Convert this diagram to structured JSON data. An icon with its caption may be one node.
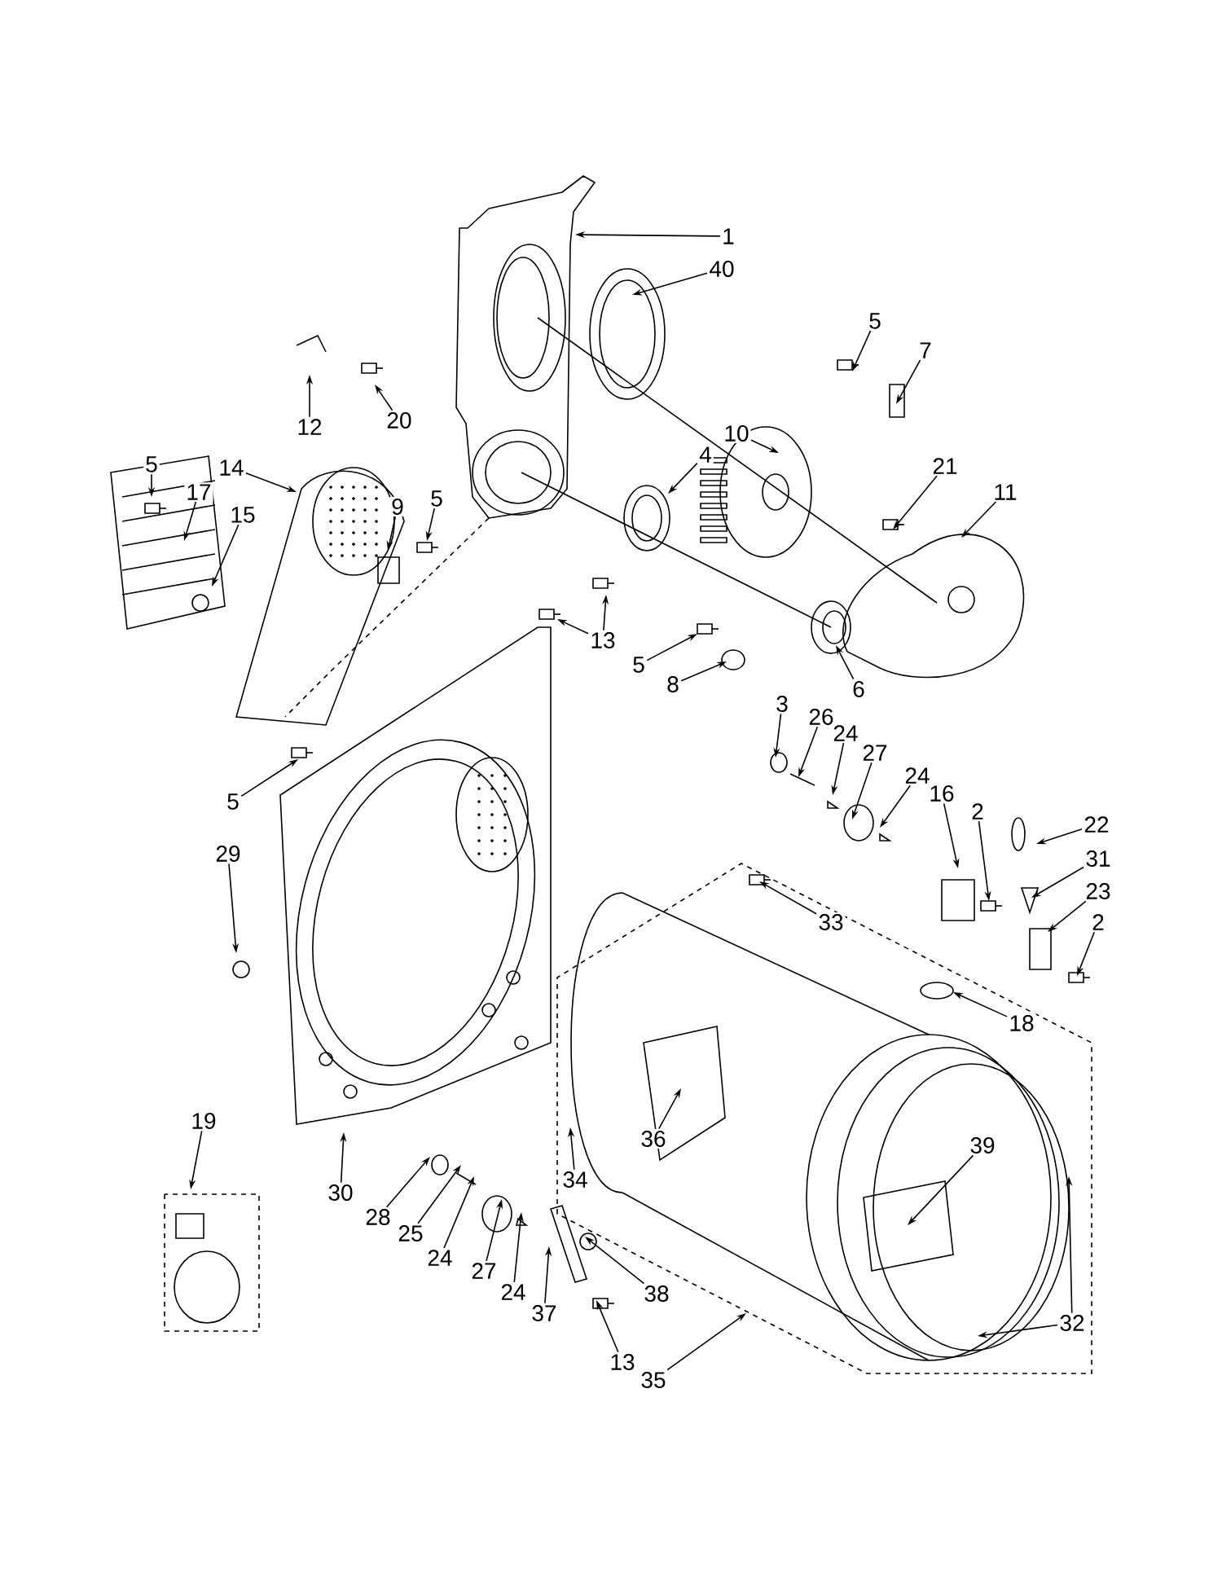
{
  "diagram": {
    "nodes": [
      {
        "text": [
          "1"
        ]
      },
      {
        "text": [
          "40"
        ]
      },
      {
        "text": [
          "5"
        ]
      },
      {
        "text": [
          "7"
        ]
      },
      {
        "text": [
          "12"
        ]
      },
      {
        "text": [
          "20"
        ]
      },
      {
        "text": [
          "10"
        ]
      },
      {
        "text": [
          "4"
        ]
      },
      {
        "text": [
          "21"
        ]
      },
      {
        "text": [
          "11"
        ]
      },
      {
        "text": [
          "5"
        ]
      },
      {
        "text": [
          "14"
        ]
      },
      {
        "text": [
          "17"
        ]
      },
      {
        "text": [
          "15"
        ]
      },
      {
        "text": [
          "9"
        ]
      },
      {
        "text": [
          "5"
        ]
      },
      {
        "text": [
          "13"
        ]
      },
      {
        "text": [
          "5"
        ]
      },
      {
        "text": [
          "8"
        ]
      },
      {
        "text": [
          "6"
        ]
      },
      {
        "text": [
          "3"
        ]
      },
      {
        "text": [
          "26"
        ]
      },
      {
        "text": [
          "24"
        ]
      },
      {
        "text": [
          "27"
        ]
      },
      {
        "text": [
          "24"
        ]
      },
      {
        "text": [
          "5"
        ]
      },
      {
        "text": [
          "16"
        ]
      },
      {
        "text": [
          "2"
        ]
      },
      {
        "text": [
          "22"
        ]
      },
      {
        "text": [
          "31"
        ]
      },
      {
        "text": [
          "29"
        ]
      },
      {
        "text": [
          "23"
        ]
      },
      {
        "text": [
          "33"
        ]
      },
      {
        "text": [
          "2"
        ]
      },
      {
        "text": [
          "18"
        ]
      },
      {
        "text": [
          "19"
        ]
      },
      {
        "text": [
          "36"
        ]
      },
      {
        "text": [
          "39"
        ]
      },
      {
        "text": [
          "30"
        ]
      },
      {
        "text": [
          "34"
        ]
      },
      {
        "text": [
          "28"
        ]
      },
      {
        "text": [
          "25"
        ]
      },
      {
        "text": [
          "24"
        ]
      },
      {
        "text": [
          "27"
        ]
      },
      {
        "text": [
          "38"
        ]
      },
      {
        "text": [
          "24"
        ]
      },
      {
        "text": [
          "37"
        ]
      },
      {
        "text": [
          "32"
        ]
      },
      {
        "text": [
          "13"
        ]
      },
      {
        "text": [
          "35"
        ]
      }
    ],
    "edges": [
      {
        "from": 0,
        "to": null,
        "arrow": "to"
      },
      {
        "from": 1,
        "to": null,
        "arrow": "to"
      },
      {
        "from": 2,
        "to": null,
        "arrow": "to"
      },
      {
        "from": 3,
        "to": null,
        "arrow": "to"
      },
      {
        "from": 4,
        "to": null,
        "arrow": "to"
      },
      {
        "from": 5,
        "to": null,
        "arrow": "to"
      },
      {
        "from": 6,
        "to": null,
        "arrow": "to"
      },
      {
        "from": 7,
        "to": null,
        "arrow": "to"
      },
      {
        "from": 8,
        "to": null,
        "arrow": "to"
      },
      {
        "from": 9,
        "to": null,
        "arrow": "to"
      },
      {
        "from": 10,
        "to": null,
        "arrow": "to"
      },
      {
        "from": 11,
        "to": null,
        "arrow": "to"
      },
      {
        "from": 12,
        "to": null,
        "arrow": "to"
      },
      {
        "from": 13,
        "to": null,
        "arrow": "to"
      },
      {
        "from": 14,
        "to": null,
        "arrow": "to"
      },
      {
        "from": 15,
        "to": null,
        "arrow": "to"
      },
      {
        "from": 16,
        "to": null,
        "arrow": "to"
      },
      {
        "from": 16,
        "to": null,
        "arrow": "to"
      },
      {
        "from": 17,
        "to": null,
        "arrow": "to"
      },
      {
        "from": 18,
        "to": null,
        "arrow": "to"
      },
      {
        "from": 19,
        "to": null,
        "arrow": "to"
      },
      {
        "from": 20,
        "to": null,
        "arrow": "to"
      },
      {
        "from": 21,
        "to": null,
        "arrow": "to"
      },
      {
        "from": 22,
        "to": null,
        "arrow": "to"
      },
      {
        "from": 23,
        "to": null,
        "arrow": "to"
      },
      {
        "from": 24,
        "to": null,
        "arrow": "to"
      },
      {
        "from": 25,
        "to": null,
        "arrow": "to"
      },
      {
        "from": 26,
        "to": null,
        "arrow": "to"
      },
      {
        "from": 27,
        "to": null,
        "arrow": "to"
      },
      {
        "from": 28,
        "to": null,
        "arrow": "to"
      },
      {
        "from": 29,
        "to": null,
        "arrow": "to"
      },
      {
        "from": 30,
        "to": null,
        "arrow": "to"
      },
      {
        "from": 31,
        "to": null,
        "arrow": "to"
      },
      {
        "from": 32,
        "to": null,
        "arrow": "to"
      },
      {
        "from": 33,
        "to": null,
        "arrow": "to"
      },
      {
        "from": 34,
        "to": null,
        "arrow": "to"
      },
      {
        "from": 35,
        "to": null,
        "arrow": "to"
      },
      {
        "from": 36,
        "to": null,
        "arrow": "to"
      },
      {
        "from": 37,
        "to": null,
        "arrow": "to"
      },
      {
        "from": 38,
        "to": null,
        "arrow": "to"
      },
      {
        "from": 39,
        "to": null,
        "arrow": "to"
      },
      {
        "from": 40,
        "to": null,
        "arrow": "to"
      },
      {
        "from": 41,
        "to": null,
        "arrow": "to"
      },
      {
        "from": 42,
        "to": null,
        "arrow": "to"
      },
      {
        "from": 43,
        "to": null,
        "arrow": "to"
      },
      {
        "from": 44,
        "to": null,
        "arrow": "to"
      },
      {
        "from": 45,
        "to": null,
        "arrow": "to"
      },
      {
        "from": 46,
        "to": null,
        "arrow": "to"
      },
      {
        "from": 47,
        "to": null,
        "arrow": "to"
      },
      {
        "from": 47,
        "to": null,
        "arrow": "to"
      },
      {
        "from": 48,
        "to": null,
        "arrow": "to"
      },
      {
        "from": 49,
        "to": null,
        "arrow": "to"
      }
    ]
  }
}
